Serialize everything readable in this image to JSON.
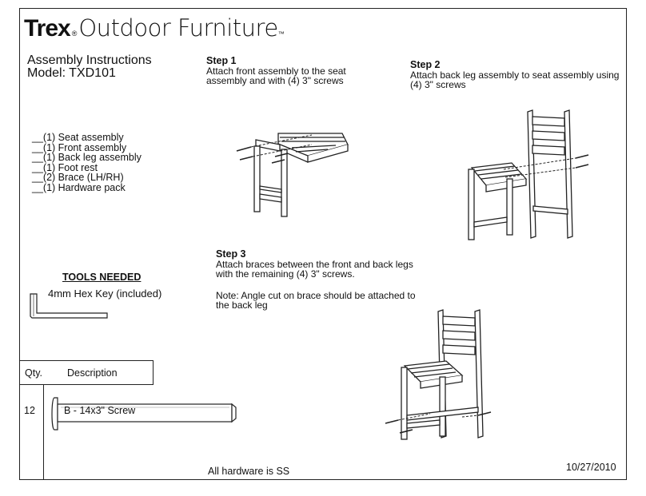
{
  "brand": {
    "name": "Trex",
    "registered": "®",
    "subtitle": "Outdoor Furniture",
    "trademark": "™"
  },
  "document": {
    "title": "Assembly Instructions",
    "model": "Model: TXD101"
  },
  "parts": [
    "__(1) Seat assembly",
    "__(1) Front assembly",
    "__(1) Back leg assembly",
    "__(1) Foot rest",
    "__(2) Brace (LH/RH)",
    "__(1) Hardware pack"
  ],
  "steps": [
    {
      "heading": "Step 1",
      "text": "Attach front assembly to the seat assembly and with (4) 3\" screws"
    },
    {
      "heading": "Step 2",
      "text": "Attach back leg assembly to seat assembly using (4) 3\" screws"
    },
    {
      "heading": "Step 3",
      "text": "Attach braces between the front and back legs with the remaining (4) 3\" screws.",
      "note": "Note: Angle cut on brace should be attached to the back leg"
    }
  ],
  "tools": {
    "heading": "TOOLS NEEDED",
    "item": "4mm Hex Key (included)"
  },
  "hardware_table": {
    "qty_header": "Qty.",
    "desc_header": "Description",
    "rows": [
      {
        "qty": "12",
        "desc": "B - 14x3\" Screw"
      }
    ]
  },
  "footer": {
    "note": "All hardware is SS",
    "date": "10/27/2010"
  }
}
